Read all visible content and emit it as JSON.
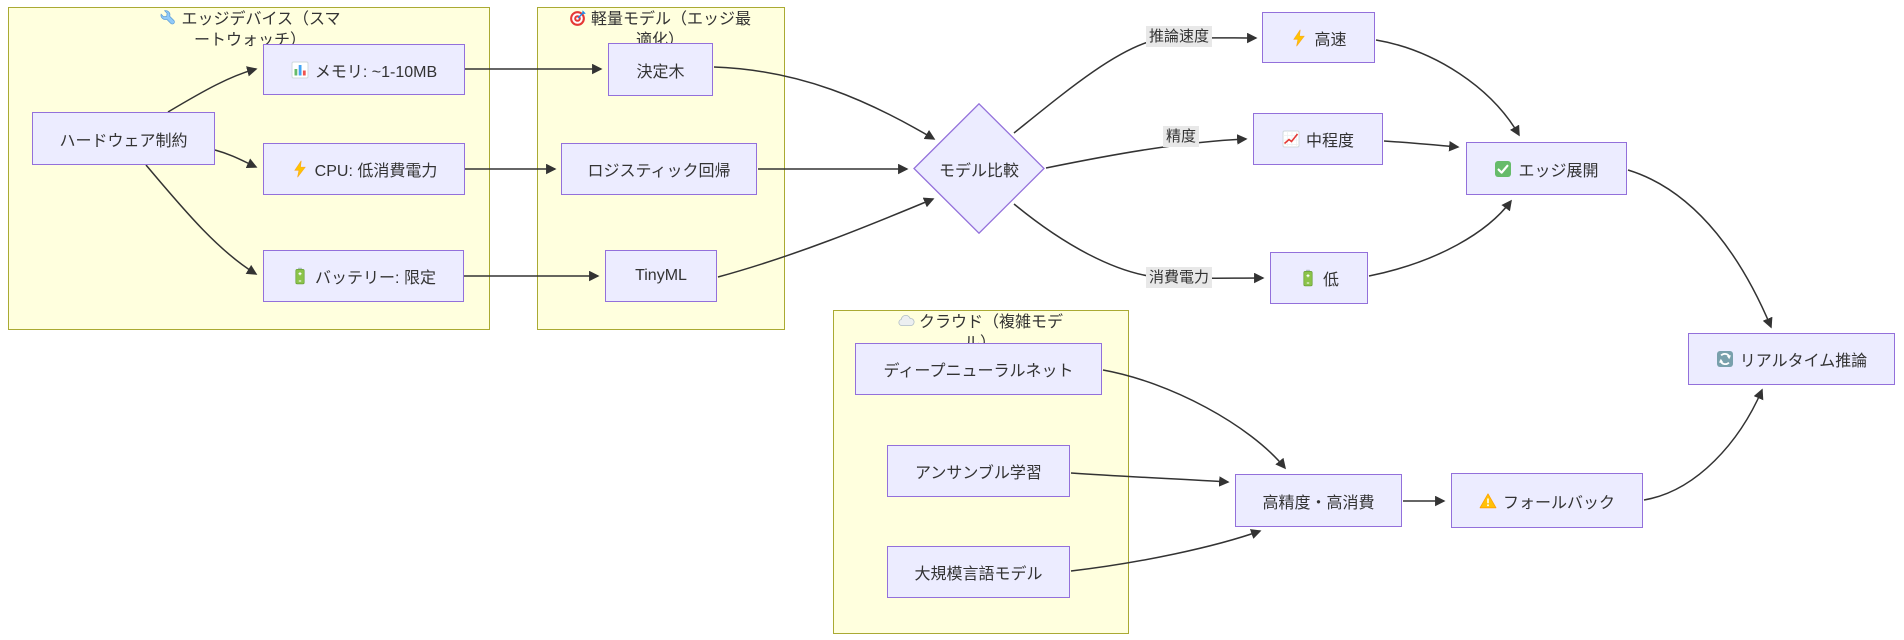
{
  "diagram": {
    "subgraphs": {
      "edge_device": {
        "title": "エッジデバイス（スマートウォッチ）",
        "icon": "wrench-icon"
      },
      "light_models": {
        "title": "軽量モデル（エッジ最適化）",
        "icon": "target-icon"
      },
      "cloud": {
        "title": "クラウド（複雑モデル）",
        "icon": "cloud-icon"
      }
    },
    "nodes": {
      "hardware": {
        "label": "ハードウェア制約"
      },
      "memory": {
        "label": "メモリ: ~1-10MB",
        "icon": "bar-chart-icon"
      },
      "cpu": {
        "label": "CPU: 低消費電力",
        "icon": "lightning-icon"
      },
      "battery": {
        "label": "バッテリー: 限定",
        "icon": "battery-icon"
      },
      "decision_tree": {
        "label": "決定木"
      },
      "logistic_regression": {
        "label": "ロジスティック回帰"
      },
      "tinyml": {
        "label": "TinyML"
      },
      "model_compare": {
        "label": "モデル比較",
        "shape": "diamond"
      },
      "fast": {
        "label": "高速",
        "icon": "lightning-icon"
      },
      "medium_accuracy": {
        "label": "中程度",
        "icon": "chart-up-icon"
      },
      "low_power": {
        "label": "低",
        "icon": "battery-icon"
      },
      "edge_deploy": {
        "label": "エッジ展開",
        "icon": "check-icon"
      },
      "deep_neural_net": {
        "label": "ディープニューラルネット"
      },
      "ensemble": {
        "label": "アンサンブル学習"
      },
      "llm": {
        "label": "大規模言語モデル"
      },
      "high_acc_power": {
        "label": "高精度・高消費"
      },
      "fallback": {
        "label": "フォールバック",
        "icon": "warning-icon"
      },
      "realtime": {
        "label": "リアルタイム推論",
        "icon": "refresh-icon"
      }
    },
    "edge_labels": {
      "speed": "推論速度",
      "accuracy": "精度",
      "power": "消費電力"
    },
    "edges": [
      {
        "from": "hardware",
        "to": "memory"
      },
      {
        "from": "hardware",
        "to": "cpu"
      },
      {
        "from": "hardware",
        "to": "battery"
      },
      {
        "from": "memory",
        "to": "decision_tree"
      },
      {
        "from": "cpu",
        "to": "logistic_regression"
      },
      {
        "from": "battery",
        "to": "tinyml"
      },
      {
        "from": "decision_tree",
        "to": "model_compare"
      },
      {
        "from": "logistic_regression",
        "to": "model_compare"
      },
      {
        "from": "tinyml",
        "to": "model_compare"
      },
      {
        "from": "model_compare",
        "to": "fast",
        "label": "推論速度"
      },
      {
        "from": "model_compare",
        "to": "medium_accuracy",
        "label": "精度"
      },
      {
        "from": "model_compare",
        "to": "low_power",
        "label": "消費電力"
      },
      {
        "from": "fast",
        "to": "edge_deploy"
      },
      {
        "from": "medium_accuracy",
        "to": "edge_deploy"
      },
      {
        "from": "low_power",
        "to": "edge_deploy"
      },
      {
        "from": "edge_deploy",
        "to": "realtime"
      },
      {
        "from": "deep_neural_net",
        "to": "high_acc_power"
      },
      {
        "from": "ensemble",
        "to": "high_acc_power"
      },
      {
        "from": "llm",
        "to": "high_acc_power"
      },
      {
        "from": "high_acc_power",
        "to": "fallback"
      },
      {
        "from": "fallback",
        "to": "realtime"
      }
    ],
    "colors": {
      "node_fill": "#ECECFF",
      "node_border": "#9370DB",
      "subgraph_fill": "#FFFFDE",
      "subgraph_border": "#AAAA33",
      "edge": "#333333",
      "edge_label_bg": "#E8E8E8",
      "text": "#333333"
    }
  }
}
